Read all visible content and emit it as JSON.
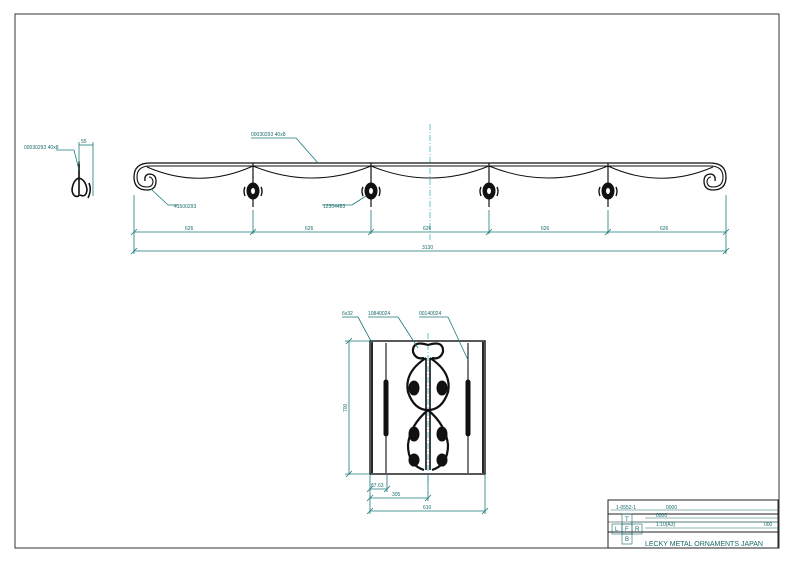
{
  "front_view": {
    "bracket_label": "00030293 40x8",
    "rail_label": "00030293 40x8",
    "bracket_width": "55",
    "scroll_label": "41500293",
    "ornament_label": "12304483",
    "segment_dims": [
      "626",
      "626",
      "626",
      "626",
      "626"
    ],
    "overall_dim": "3130"
  },
  "panel_view": {
    "frame_label": "6x32",
    "left_ornament_label": "10840024",
    "right_ornament_label": "00140024",
    "height_dim": "700",
    "offset_dim": "87.63",
    "half_dim": "305",
    "width_dim": "610"
  },
  "title_block": {
    "drawing_no": "1-0552-1",
    "field_1": "0000",
    "field_2": "0000",
    "scale": "1:10(A3)",
    "field_3": "000",
    "view_t": "T",
    "view_l": "L",
    "view_f": "F",
    "view_r": "R",
    "view_b": "B",
    "company": "LECKY METAL ORNAMENTS JAPAN"
  }
}
